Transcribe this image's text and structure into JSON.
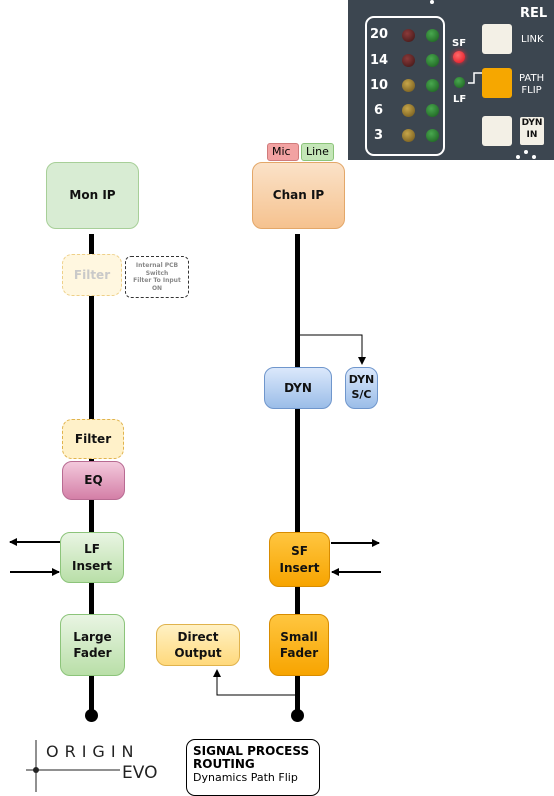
{
  "colors": {
    "green": "#b9dfa8",
    "peach": "#f5c28f",
    "orange": "#f7a400",
    "yellow": "#ffd97c",
    "pink": "#d47fa7",
    "blue": "#9bbde8",
    "panel": "#3c4650",
    "led_red": "#ff2b3a"
  },
  "left_chain": {
    "mon_ip": "Mon IP",
    "filter_top": "Filter",
    "filter_note": [
      "Internal PCB",
      "Switch",
      "Filter To Input",
      "ON"
    ],
    "filter": "Filter",
    "eq": "EQ",
    "lf_insert": [
      "LF",
      "Insert"
    ],
    "large_fader": [
      "Large",
      "Fader"
    ]
  },
  "right_chain": {
    "tag_mic": "Mic",
    "tag_line": "Line",
    "chan_ip": "Chan IP",
    "dyn": "DYN",
    "dyn_sc": [
      "DYN",
      "S/C"
    ],
    "sf_insert": [
      "SF",
      "Insert"
    ],
    "small_fader": [
      "Small",
      "Fader"
    ],
    "direct_output": [
      "Direct",
      "Output"
    ]
  },
  "logo": {
    "origin": "ORIGIN",
    "evo": "EVO"
  },
  "title": {
    "line1": "SIGNAL PROCESS",
    "line2": "ROUTING",
    "subtitle": "Dynamics Path Flip"
  },
  "panel": {
    "meter_labels": [
      "20",
      "14",
      "10",
      "6",
      "3"
    ],
    "sf_label": "SF",
    "lf_label": "LF",
    "rel": "REL",
    "link": "LINK",
    "path_flip": [
      "PATH",
      "FLIP"
    ],
    "dyn_in": [
      "DYN",
      "IN"
    ]
  }
}
